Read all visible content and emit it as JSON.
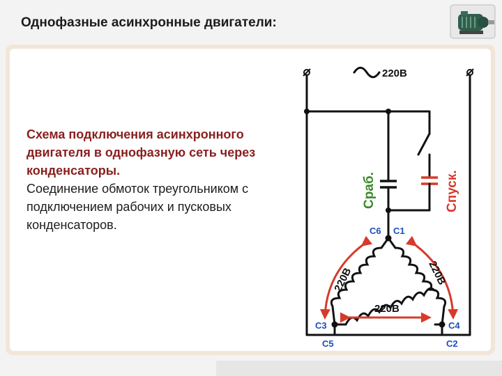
{
  "header": {
    "title": "Однофазные асинхронные двигатели:"
  },
  "caption": {
    "highlight": "Схема подключения асинхронного двигателя в однофазную сеть через конденсаторы.",
    "body": "Соединение обмоток треугольником с подключением рабочих и пусковых конденсаторов."
  },
  "diagram": {
    "supply_label": "220В",
    "capacitor_run_label": "Cраб.",
    "capacitor_start_label": "Cпуск.",
    "winding_labels": [
      "220В",
      "220В",
      "220В"
    ],
    "terminals": {
      "c6": "С6",
      "c1": "С1",
      "c3": "С3",
      "c4": "С4",
      "c5": "С5",
      "c2": "С2"
    },
    "colors": {
      "terminal_label": "#1a4fb8",
      "capacitor_run": "#3a8a2a",
      "capacitor_start": "#d73a2b",
      "arrow": "#d73a2b",
      "caption_highlight": "#8a1f1f"
    }
  }
}
